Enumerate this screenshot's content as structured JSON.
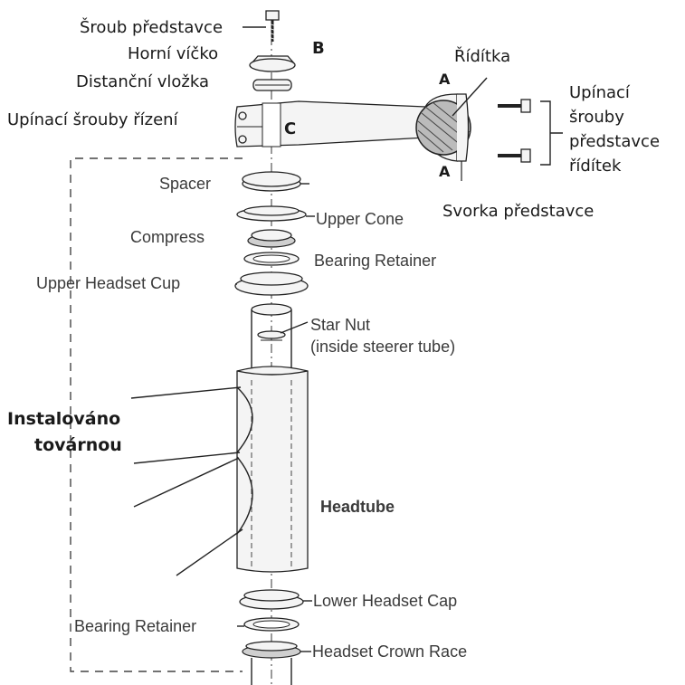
{
  "labels": {
    "stem_bolt": "Šroub představce",
    "top_cap": "Horní víčko",
    "spacer_top": "Distanční vložka",
    "clamp_bolts": "Upínací šrouby řízení",
    "letter_b": "B",
    "letter_c": "C",
    "letter_a_top": "A",
    "letter_a_bottom": "A",
    "handlebar": "Řídítka",
    "bar_bolts_1": "Upínací",
    "bar_bolts_2": "šrouby",
    "bar_bolts_3": "představce",
    "bar_bolts_4": "řídítek",
    "stem_clamp": "Svorka představce",
    "spacer": "Spacer",
    "upper_cone": "Upper Cone",
    "compress": "Compress",
    "bearing_retainer_upper": "Bearing Retainer",
    "upper_headset_cup": "Upper Headset Cup",
    "star_nut_1": "Star Nut",
    "star_nut_2": "(inside steerer tube)",
    "factory_installed_1": "Instalováno",
    "factory_installed_2": "továrnou",
    "headtube": "Headtube",
    "lower_headset_cap": "Lower Headset Cap",
    "bearing_retainer_lower": "Bearing Retainer",
    "headset_crown_race": "Headset Crown Race"
  }
}
